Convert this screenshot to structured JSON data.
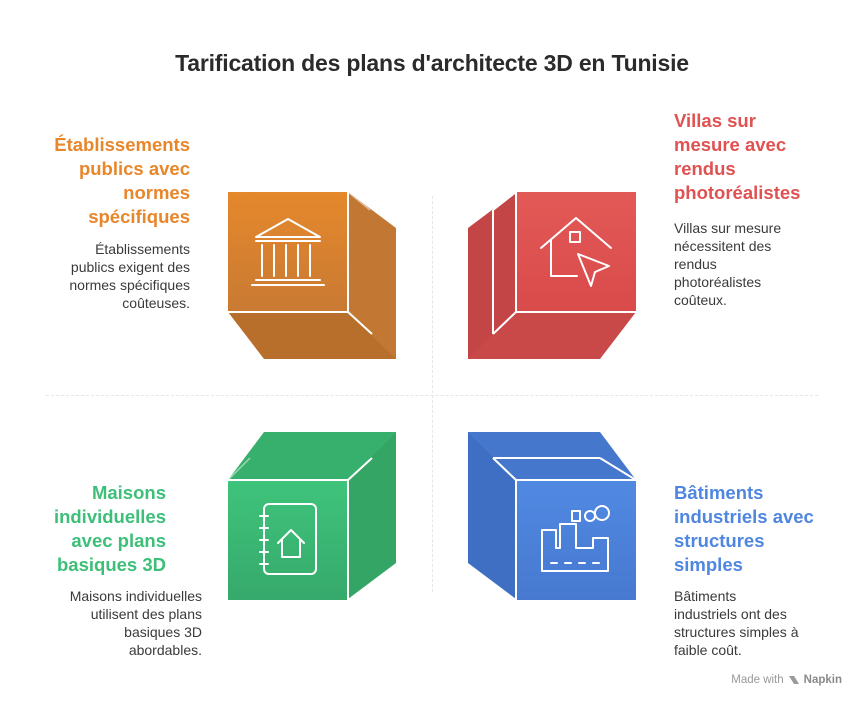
{
  "title": "Tarification des plans d'architecte 3D en Tunisie",
  "quadrants": {
    "top_left": {
      "heading": [
        "Établissements",
        "publics avec",
        "normes",
        "spécifiques"
      ],
      "desc": [
        "Établissements",
        "publics exigent des",
        "normes spécifiques",
        "coûteuses."
      ],
      "color": "#e8862a",
      "icon": "government-building-icon"
    },
    "top_right": {
      "heading": [
        "Villas sur",
        "mesure avec",
        "rendus",
        "photoréalistes"
      ],
      "desc": [
        "Villas sur mesure",
        "nécessitent des",
        "rendus",
        "photoréalistes",
        "coûteux."
      ],
      "color": "#e05252",
      "icon": "house-cursor-icon"
    },
    "bottom_left": {
      "heading": [
        "Maisons",
        "individuelles",
        "avec plans",
        "basiques 3D"
      ],
      "desc": [
        "Maisons individuelles",
        "utilisent des plans",
        "basiques 3D",
        "abordables."
      ],
      "color": "#3dbf79",
      "icon": "house-notebook-icon"
    },
    "bottom_right": {
      "heading": [
        "Bâtiments",
        "industriels avec",
        "structures",
        "simples"
      ],
      "desc": [
        "Bâtiments",
        "industriels ont des",
        "structures simples à",
        "faible coût."
      ],
      "color": "#4f86e0",
      "icon": "factory-icon"
    }
  },
  "footer": {
    "made_with": "Made with",
    "brand": "Napkin"
  }
}
